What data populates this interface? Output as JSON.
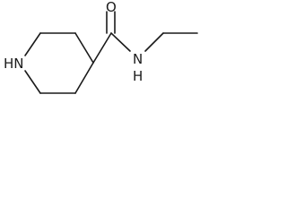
{
  "molecule": {
    "atom_labels": {
      "ring_nitrogen": "HN",
      "carbonyl_oxygen": "O",
      "amide_nitrogen": "N",
      "amide_hydrogen": "H"
    }
  }
}
